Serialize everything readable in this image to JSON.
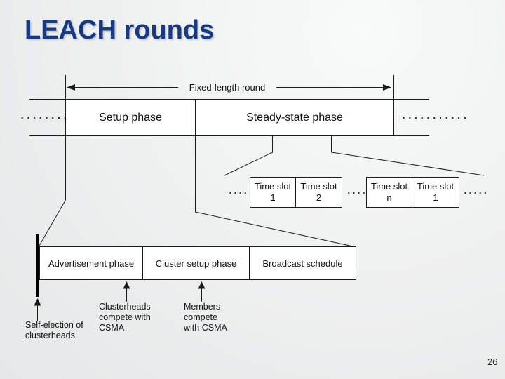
{
  "slide": {
    "title": "LEACH rounds",
    "page_number": "26"
  },
  "colors": {
    "title_blue": "#163a85",
    "line_black": "#1a1a1a",
    "box_fill": "#ffffff"
  },
  "diagram": {
    "round_label": "Fixed-length round",
    "phase_row": {
      "left_ellipsis": "...........",
      "right_ellipsis": "...........",
      "phases": [
        "Setup phase",
        "Steady-state phase"
      ]
    },
    "time_slot_row": {
      "leading_ellipsis": ".....",
      "middle_ellipsis": ".....",
      "trailing_ellipsis": ".....",
      "slots": [
        {
          "line1": "Time slot",
          "line2": "1"
        },
        {
          "line1": "Time slot",
          "line2": "2"
        },
        {
          "line1": "Time slot",
          "line2": "n"
        },
        {
          "line1": "Time slot",
          "line2": "1"
        }
      ]
    },
    "setup_row": {
      "boxes": [
        "Advertisement phase",
        "Cluster setup phase",
        "Broadcast schedule"
      ]
    },
    "annotations": {
      "self_election": {
        "lines": [
          "Self-election of",
          "clusterheads"
        ]
      },
      "clusterheads": {
        "lines": [
          "Clusterheads",
          "compete with",
          "CSMA"
        ]
      },
      "members": {
        "lines": [
          "Members",
          "compete",
          "with CSMA"
        ]
      }
    }
  }
}
